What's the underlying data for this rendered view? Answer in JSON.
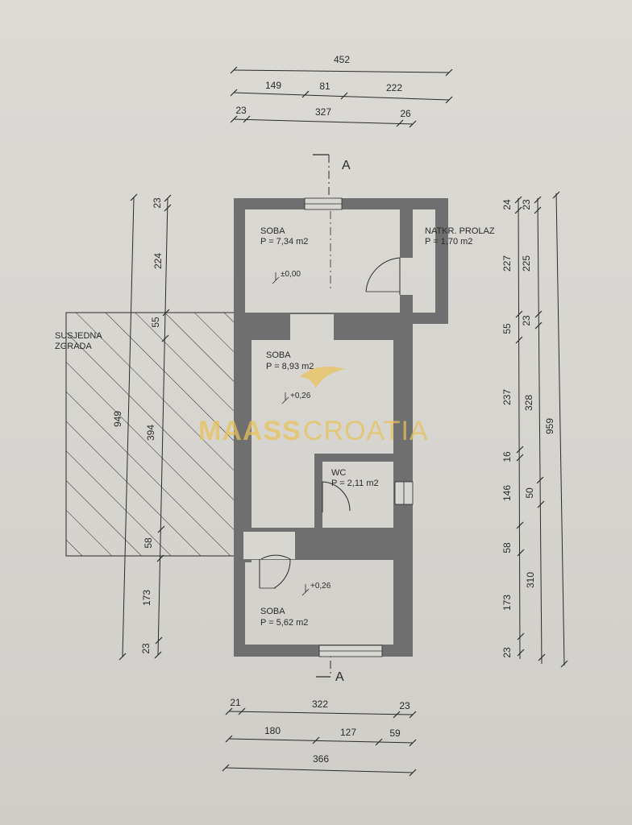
{
  "section_marks": {
    "top": "A",
    "bottom": "A"
  },
  "top_dims": {
    "row1": [
      "452"
    ],
    "row2": [
      "149",
      "81",
      "222"
    ],
    "row3": [
      "23",
      "327",
      "26"
    ]
  },
  "bottom_dims": {
    "row1": [
      "21",
      "322",
      "23"
    ],
    "row2": [
      "180",
      "127",
      "59"
    ],
    "row3": [
      "366"
    ]
  },
  "left_dims": {
    "outer": [
      "949"
    ],
    "inner": [
      "23",
      "224",
      "55",
      "394",
      "58",
      "173",
      "23"
    ]
  },
  "right_dims": {
    "col1": [
      "24",
      "227",
      "55",
      "237",
      "16",
      "146",
      "58",
      "173",
      "23"
    ],
    "col2": [
      "23",
      "225",
      "23",
      "328",
      "50",
      "310"
    ],
    "col3": [
      "959"
    ]
  },
  "rooms": {
    "r1": {
      "name": "SOBA",
      "area": "P = 7,34 m2",
      "level": "±0,00"
    },
    "r2": {
      "name": "NATKR. PROLAZ",
      "area": "P = 1,70 m2"
    },
    "r3": {
      "name": "SOBA",
      "area": "P = 8,93 m2",
      "level": "+0,26"
    },
    "wc": {
      "name": "WC",
      "area": "P = 2,11 m2"
    },
    "r4": {
      "name": "SOBA",
      "area": "P = 5,62 m2",
      "level": "+0,26"
    }
  },
  "neighbor": {
    "line1": "SUSJEDNA",
    "line2": "ZGRADA"
  },
  "watermark": {
    "text1": "MAASS",
    "text2": "CROATIA",
    "color": "#e8c25a"
  }
}
